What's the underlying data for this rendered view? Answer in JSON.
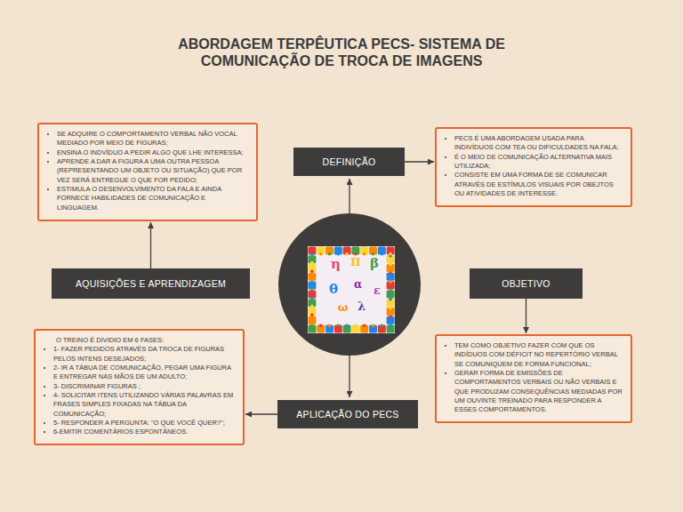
{
  "diagram": {
    "title": "ABORDAGEM TERPÊUTICA PECS- SISTEMA DE COMUNICAÇÃO DE TROCA DE IMAGENS",
    "nodes": [
      {
        "text": [
          "SE ADQUIRE O COMPORTAMENTO VERBAL NÃO VOCAL MEDIADO POR MEIO DE FIGURAS;",
          "ENSINA O INDVÍDUO A PEDIR ALGO QUE LHE INTERESSA;",
          "APRENDE A DAR A FIGURA A UMA OUTRA PESSOA (REPRESENTANDO UM OBJETO OU SITUAÇÃO) QUE POR VEZ SERÁ ENTREGUE O QUE FOR PEDIDO;",
          "ESTIMULA O DESENVOLVIMENTO DA FALA E AINDA FORNECE HABILIDADES DE COMUNICAÇÃO E LINGUAGEM."
        ]
      },
      {
        "text": [
          "DEFINIÇÃO"
        ]
      },
      {
        "text": [
          "PECS É UMA ABORDAGEM USADA PARA INDIVÍDUOS COM TEA OU DIFICULDADES NA FALA;",
          "É O MEIO DE COMUNICAÇÃO ALTERNATIVA MAIS UTILIZADA;",
          "CONSISTE EM UMA FORMA DE SE COMUNICAR ATRAVÉS DE ESTÍMULOS VISUAIS POR OBEJTOS OU ATIVIDADES DE INTERESSE."
        ]
      },
      {
        "text": [
          "AQUISIÇÕES E APRENDIZAGEM"
        ]
      },
      {
        "text": [
          "OBJETIVO"
        ]
      },
      {
        "text": [
          "TEM COMO OBJETIVO FAZER COM QUE OS INDÍDUOS COM DÉFICIT NO REPERTÓRIO VERBAL SE COMUNIQUEM DE FORMA FUNCIONAL;",
          "GERAR FORMA DE EMISSÕES DE COMPORTAMENTOS VERBAIS OU NÃO VERBAIS E QUE PRODUZAM CONSEQUÊNCIAS MEDIADAS POR UM OUVINTE TREINADO PARA RESPONDER A ESSES COMPORTAMENTOS."
        ]
      },
      {
        "text": [
          "O TREINO É DIVIDIO EM 6 FASES:",
          "1- FAZER PEDIDOS ATRAVÉS DA TROCA DE FIGURAS PELOS INTENS DESEJADOS;",
          "2- IR A TÁBUA DE COMUNICAÇÃO, PEGAR UMA FIGURA E ENTREGAR NAS MÃOS DE UM ADULTO;",
          "3- DISCRIMINAR FIGURAS ;",
          "4- SOLICITAR ITENS UTILIZANDO VÁRIAS PALAVRAS EM FRASES SIMPLES FIXADAS NA TÁBUA DA COMUNICAÇÃO;",
          "5- RESPONDER A PERGUNTA: \"O QUE VOCÊ QUER?\";",
          "6-EMITIR COMENTÁRIOS ESPONTÂNEOS."
        ]
      },
      {
        "text": [
          "APLICAÇÃO DO PECS"
        ]
      }
    ],
    "edges": [
      {
        "from": 1,
        "to": 2,
        "arrow": "to"
      },
      {
        "from": 3,
        "to": 0,
        "arrow": "to"
      },
      {
        "from": 4,
        "to": 5,
        "arrow": "to"
      },
      {
        "from": 7,
        "to": 6,
        "arrow": "to"
      }
    ],
    "labels": [
      "η",
      "π",
      "β",
      "θ",
      "α",
      "ε",
      "λ",
      "ω"
    ]
  }
}
